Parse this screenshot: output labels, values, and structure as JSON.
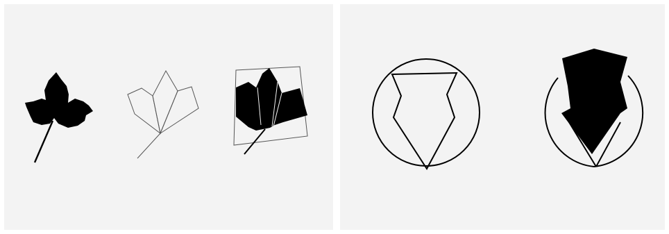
{
  "colors": {
    "background": "#ffffff",
    "panel_fill": "#f3f3f3",
    "ink": "#000000",
    "thin_outline": "#555555"
  },
  "panels": [
    {
      "figures": [
        "solid-ivy-leaf",
        "outlined-leaf-polygon",
        "leaf-polygon-in-bounding-quad"
      ]
    },
    {
      "figures": [
        "outlined-shape-in-circle",
        "solid-shape-over-cut-circle"
      ]
    }
  ]
}
